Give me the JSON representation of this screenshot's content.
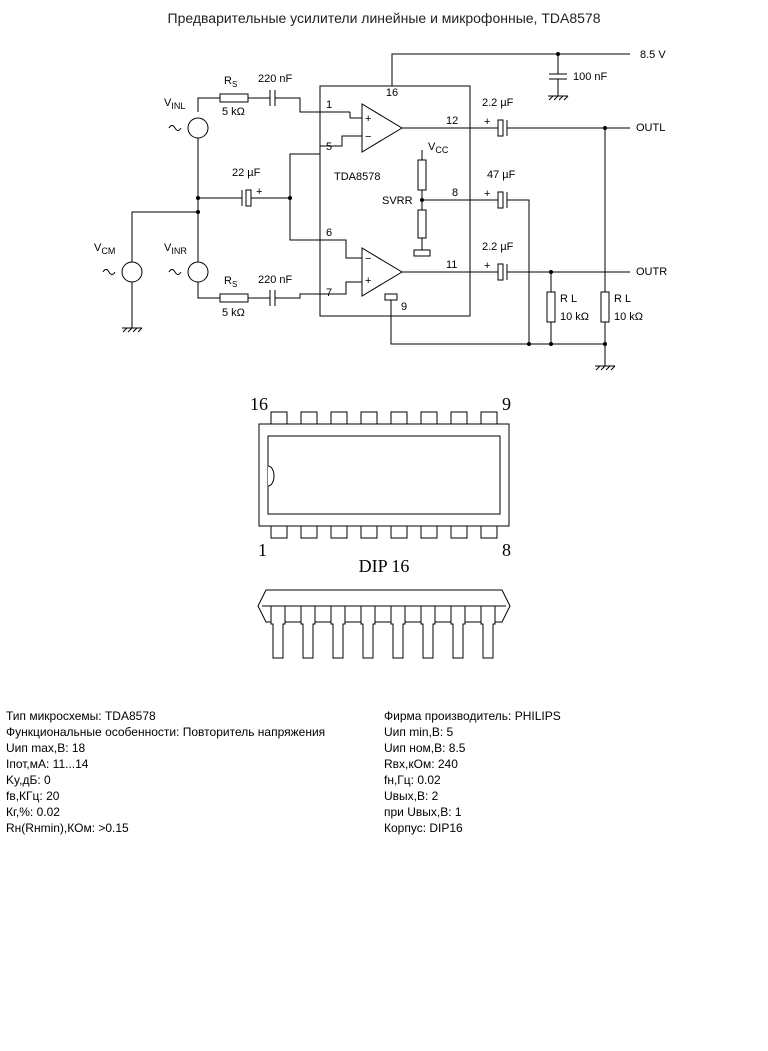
{
  "title": "Предварительные усилители линейные и микрофонные, TDA8578",
  "colors": {
    "line": "#000000",
    "background": "#ffffff"
  },
  "schematic": {
    "chip": "TDA8578",
    "supply": "8.5 V",
    "supply_pin": "16",
    "decoupling_cap": "100 nF",
    "rs_name": "R",
    "rs_sub": "S",
    "rs_value": "5 kΩ",
    "input_cap": "220 nF",
    "vinl_main": "V",
    "vinl_sub": "INL",
    "vinr_main": "V",
    "vinr_sub": "INR",
    "vcm_main": "V",
    "vcm_sub": "CM",
    "mid_cap": "22 µF",
    "svrr_cap": "47 µF",
    "output_cap": "2.2 µF",
    "vcc_main": "V",
    "vcc_sub": "CC",
    "svrr": "SVRR",
    "outl": "OUTL",
    "outr": "OUTR",
    "rl_name": "R L",
    "rl_value": "10 kΩ",
    "pins": {
      "p1": "1",
      "p5": "5",
      "p6": "6",
      "p7": "7",
      "p8": "8",
      "p9": "9",
      "p11": "11",
      "p12": "12"
    },
    "plus": "+",
    "minus": "−"
  },
  "package": {
    "pin16": "16",
    "pin9": "9",
    "pin1": "1",
    "pin8": "8",
    "name": "DIP 16"
  },
  "specs_left": [
    "Тип микросхемы: TDA8578",
    "Функциональные особенности: Повторитель напряжения",
    "Uип max,B: 18",
    "Iпот,мА: 11...14",
    "Ky,дБ: 0",
    "fв,КГц: 20",
    "Кг,%: 0.02",
    "Rн(Rнmin),КОм: >0.15"
  ],
  "specs_right": [
    "Фирма производитель: PHILIPS",
    "Uип min,B: 5",
    "Uип ном,B: 8.5",
    "Rвх,кОм: 240",
    "fн,Гц: 0.02",
    "Uвых,B: 2",
    "при Uвых,B: 1",
    "Корпус: DIP16"
  ]
}
